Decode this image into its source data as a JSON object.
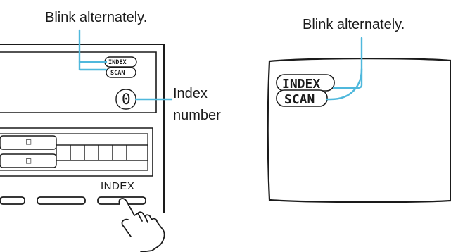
{
  "callouts": {
    "blink_left": "Blink alternately.",
    "blink_right": "Blink alternately.",
    "index_number_line1": "Index",
    "index_number_line2": "number"
  },
  "panel": {
    "display_index": "INDEX",
    "display_scan": "SCAN",
    "index_digit": "0",
    "index_button_label": "INDEX",
    "tile_glyph": "□"
  },
  "tv_screen": {
    "index_text": "INDEX",
    "scan_text": "SCAN"
  },
  "colors": {
    "callout_line": "#4fb8dc",
    "ink": "#1a1a1a",
    "device_fill": "#f4f4f4"
  },
  "icons": [
    "pointing-hand-icon"
  ]
}
